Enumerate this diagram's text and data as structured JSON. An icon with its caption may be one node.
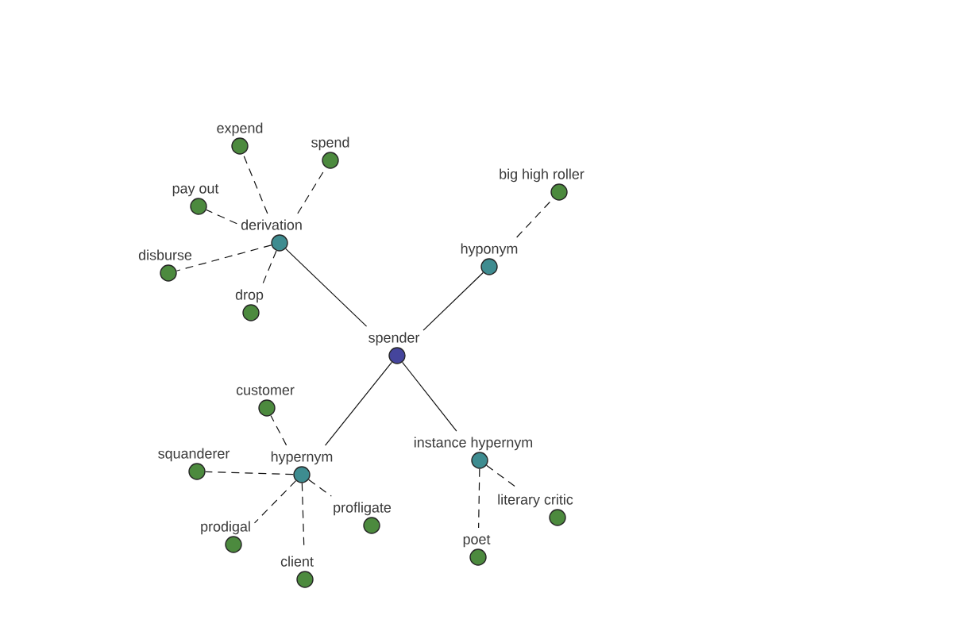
{
  "diagram": {
    "nodes": [
      {
        "text": [
          "expend"
        ]
      },
      {
        "text": [
          "spend"
        ]
      },
      {
        "text": [
          "big high roller"
        ]
      },
      {
        "text": [
          "pay out"
        ]
      },
      {
        "text": [
          "derivation"
        ]
      },
      {
        "text": [
          "hyponym"
        ]
      },
      {
        "text": [
          "disburse"
        ]
      },
      {
        "text": [
          "drop"
        ]
      },
      {
        "text": [
          "spender"
        ]
      },
      {
        "text": [
          "customer"
        ]
      },
      {
        "text": [
          "instance hypernym"
        ]
      },
      {
        "text": [
          "squanderer"
        ]
      },
      {
        "text": [
          "hypernym"
        ]
      },
      {
        "text": [
          "literary critic"
        ]
      },
      {
        "text": [
          "profligate"
        ]
      },
      {
        "text": [
          "prodigal"
        ]
      },
      {
        "text": [
          "poet"
        ]
      },
      {
        "text": [
          "client"
        ]
      }
    ],
    "edges": [
      {
        "from": 8,
        "to": 4,
        "arrow": "none"
      },
      {
        "from": 8,
        "to": 5,
        "arrow": "none"
      },
      {
        "from": 8,
        "to": 12,
        "arrow": "none"
      },
      {
        "from": 8,
        "to": 10,
        "arrow": "none"
      },
      {
        "from": 4,
        "to": 0,
        "arrow": "none",
        "style": "dashed"
      },
      {
        "from": 4,
        "to": 1,
        "arrow": "none",
        "style": "dashed"
      },
      {
        "from": 4,
        "to": 3,
        "arrow": "none",
        "style": "dashed"
      },
      {
        "from": 4,
        "to": 6,
        "arrow": "none",
        "style": "dashed"
      },
      {
        "from": 4,
        "to": 7,
        "arrow": "none",
        "style": "dashed"
      },
      {
        "from": 5,
        "to": 2,
        "arrow": "none",
        "style": "dashed"
      },
      {
        "from": 12,
        "to": 9,
        "arrow": "none",
        "style": "dashed"
      },
      {
        "from": 12,
        "to": 11,
        "arrow": "none",
        "style": "dashed"
      },
      {
        "from": 12,
        "to": 15,
        "arrow": "none",
        "style": "dashed"
      },
      {
        "from": 12,
        "to": 17,
        "arrow": "none",
        "style": "dashed"
      },
      {
        "from": 12,
        "to": 14,
        "arrow": "none",
        "style": "dashed"
      },
      {
        "from": 10,
        "to": 16,
        "arrow": "none",
        "style": "dashed"
      },
      {
        "from": 10,
        "to": 13,
        "arrow": "none",
        "style": "dashed"
      }
    ]
  }
}
